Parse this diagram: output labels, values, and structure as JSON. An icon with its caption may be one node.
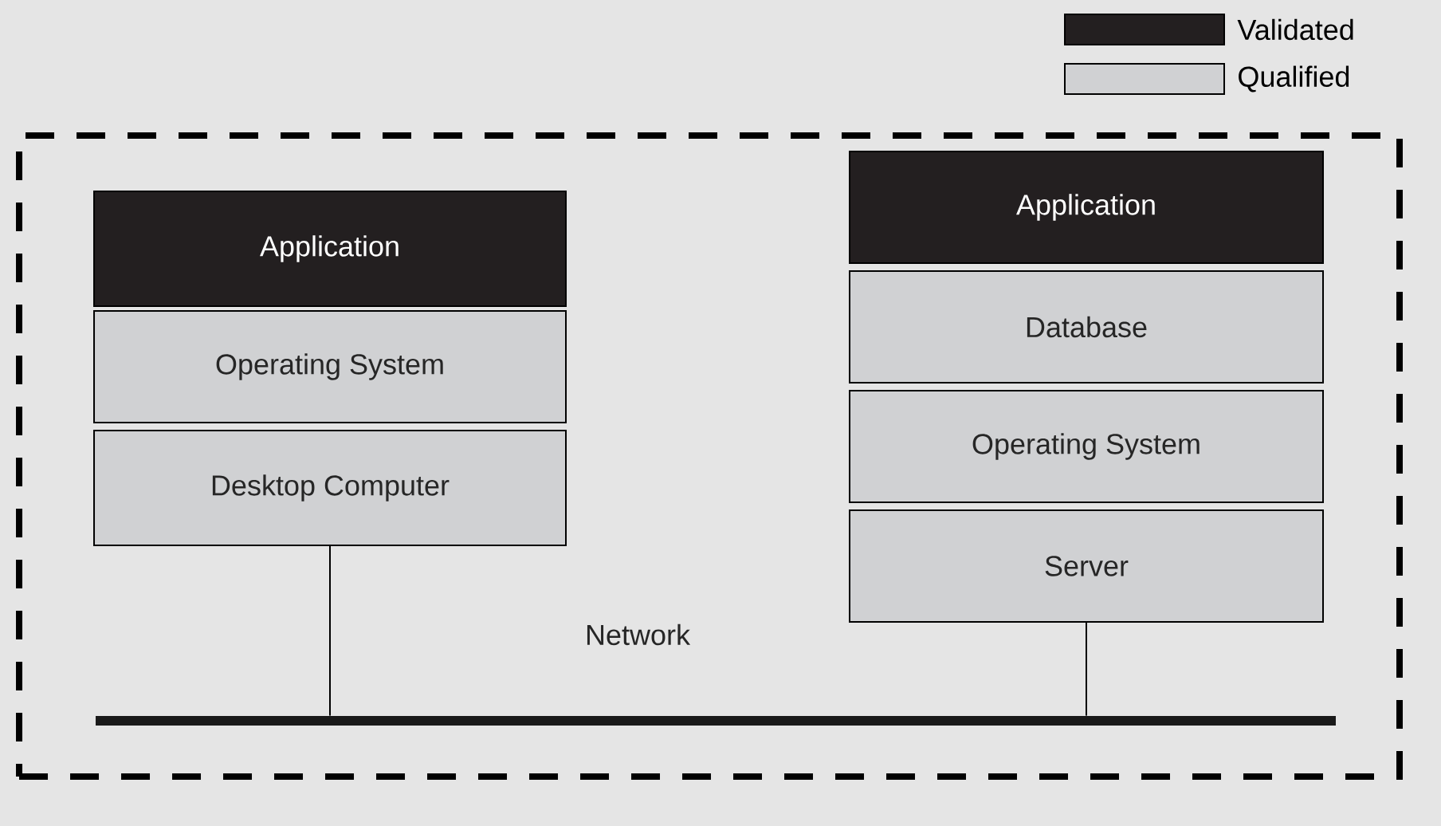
{
  "diagram": {
    "nodes": [
      {
        "text": [],
        "shape": "box"
      },
      {
        "text": [
          "Application"
        ],
        "in": 0
      },
      {
        "text": [
          "Operating System"
        ],
        "in": 0
      },
      {
        "text": [
          "Desktop Computer"
        ],
        "in": 0
      },
      {
        "text": [
          "Application"
        ],
        "in": 0
      },
      {
        "text": [
          "Database"
        ],
        "in": 0
      },
      {
        "text": [
          "Operating System"
        ],
        "in": 0
      },
      {
        "text": [
          "Server"
        ],
        "in": 0
      },
      {
        "text": [],
        "shape": "bar",
        "beside": [
          "Network"
        ],
        "in": 0
      }
    ],
    "edges": [
      {
        "from": 3,
        "to": 8,
        "arrow": "none"
      },
      {
        "from": 7,
        "to": 8,
        "arrow": "none"
      }
    ],
    "legend": [
      {
        "text": "Validated",
        "color": "#231f20"
      },
      {
        "text": "Qualified",
        "color": "#d0d1d3"
      }
    ]
  }
}
